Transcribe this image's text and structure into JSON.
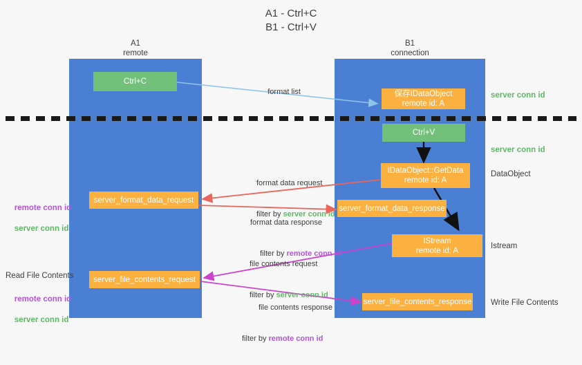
{
  "title": "A1 - Ctrl+C\nB1 - Ctrl+V",
  "lanes": [
    {
      "name": "A1",
      "sub": "remote",
      "header": "A1\nremote"
    },
    {
      "name": "B1",
      "sub": "connection",
      "header": "B1\nconnection"
    }
  ],
  "nodes": {
    "ctrl_c": "Ctrl+C",
    "save_idataobject": "保存IDataObject\nremote id: A",
    "ctrl_v": "Ctrl+V",
    "idataobject_getdata": "IDataObject::GetData\nremote id: A",
    "istream": "IStream\nremote id: A",
    "server_format_data_request": "server_format_data_request",
    "server_format_data_response": "server_format_data_response",
    "server_file_contents_request": "server_file_contents_request",
    "server_file_contents_response": "server_file_contents_response"
  },
  "right_captions": {
    "server_conn_id_1": "server conn id",
    "server_conn_id_2": "server conn id",
    "dataobject": "DataObject",
    "istream": "Istream",
    "write_file_contents": "Write File Contents"
  },
  "left_captions": {
    "remote_conn_id_1": "remote conn id",
    "server_conn_id_1": "server conn id",
    "read_file_contents": "Read File Contents",
    "remote_conn_id_2": "remote conn id",
    "server_conn_id_2": "server conn id"
  },
  "edges": [
    {
      "id": "format-list",
      "line1_pre": "format list",
      "line2_pre": "",
      "line2_hl": "",
      "line2_post": ""
    },
    {
      "id": "format-data-request",
      "line1_pre": "format data request",
      "line2_pre": "filter by ",
      "line2_hl": "server conn id",
      "line2_post": ""
    },
    {
      "id": "format-data-response",
      "line1_pre": "format data response",
      "line2_pre": "filter by ",
      "line2_hl": "remote conn id",
      "line2_post": ""
    },
    {
      "id": "file-contents-request",
      "line1_pre": "file contents request",
      "line2_pre": "filter by ",
      "line2_hl": "server conn id",
      "line2_post": ""
    },
    {
      "id": "file-contents-response",
      "line1_pre": "file contents response",
      "line2_pre": "filter by ",
      "line2_hl": "remote conn id",
      "line2_post": ""
    }
  ],
  "colors": {
    "lane": "#4a7fd4",
    "green_node": "#72c07a",
    "orange_node": "#fbb040",
    "blue_arrow": "#8fc3e8",
    "red_arrow": "#e8665c",
    "magenta_arrow": "#cc44cc",
    "black_arrow": "#111111",
    "server_conn_id": "#5fb866",
    "remote_conn_id": "#b455d6",
    "background": "#f7f7f7"
  }
}
